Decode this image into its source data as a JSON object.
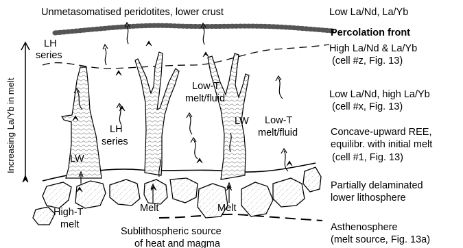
{
  "top_title": "Unmetasomatised peridotites, lower crust",
  "axis_label": "Increasing La/Yb in melt",
  "right_labels": {
    "r1": "Low La/Nd, La/Yb",
    "r2": "Percolation front",
    "r3a": "High La/Nd & La/Yb",
    "r3b": "(cell #z, Fig. 13)",
    "r4a": "Low La/Nd, high La/Yb",
    "r4b": "(cell #x, Fig. 13)",
    "r5a": "Concave-upward REE,",
    "r5b": "equilibr. with initial melt",
    "r5c": "(cell #1, Fig. 13)",
    "r6a": "Partially delaminated",
    "r6b": "lower lithosphere",
    "r7a": "Asthenosphere",
    "r7b": "(melt source, Fig. 13a)"
  },
  "body_labels": {
    "lh1a": "LH",
    "lh1b": "series",
    "lh2a": "LH",
    "lh2b": "series",
    "lowt1a": "Low-T",
    "lowt1b": "melt/fluid",
    "lowt2a": "Low-T",
    "lowt2b": "melt/fluid",
    "lw1": "LW",
    "lw2": "LW",
    "hight_a": "High-T",
    "hight_b": "melt",
    "melt1": "Melt",
    "melt2": "Melt",
    "source_a": "Sublithospheric source",
    "source_b": "of heat and magma"
  },
  "colors": {
    "ink": "#000000",
    "hatch": "#9a9a9a",
    "front": "#555555",
    "background": "#ffffff"
  }
}
